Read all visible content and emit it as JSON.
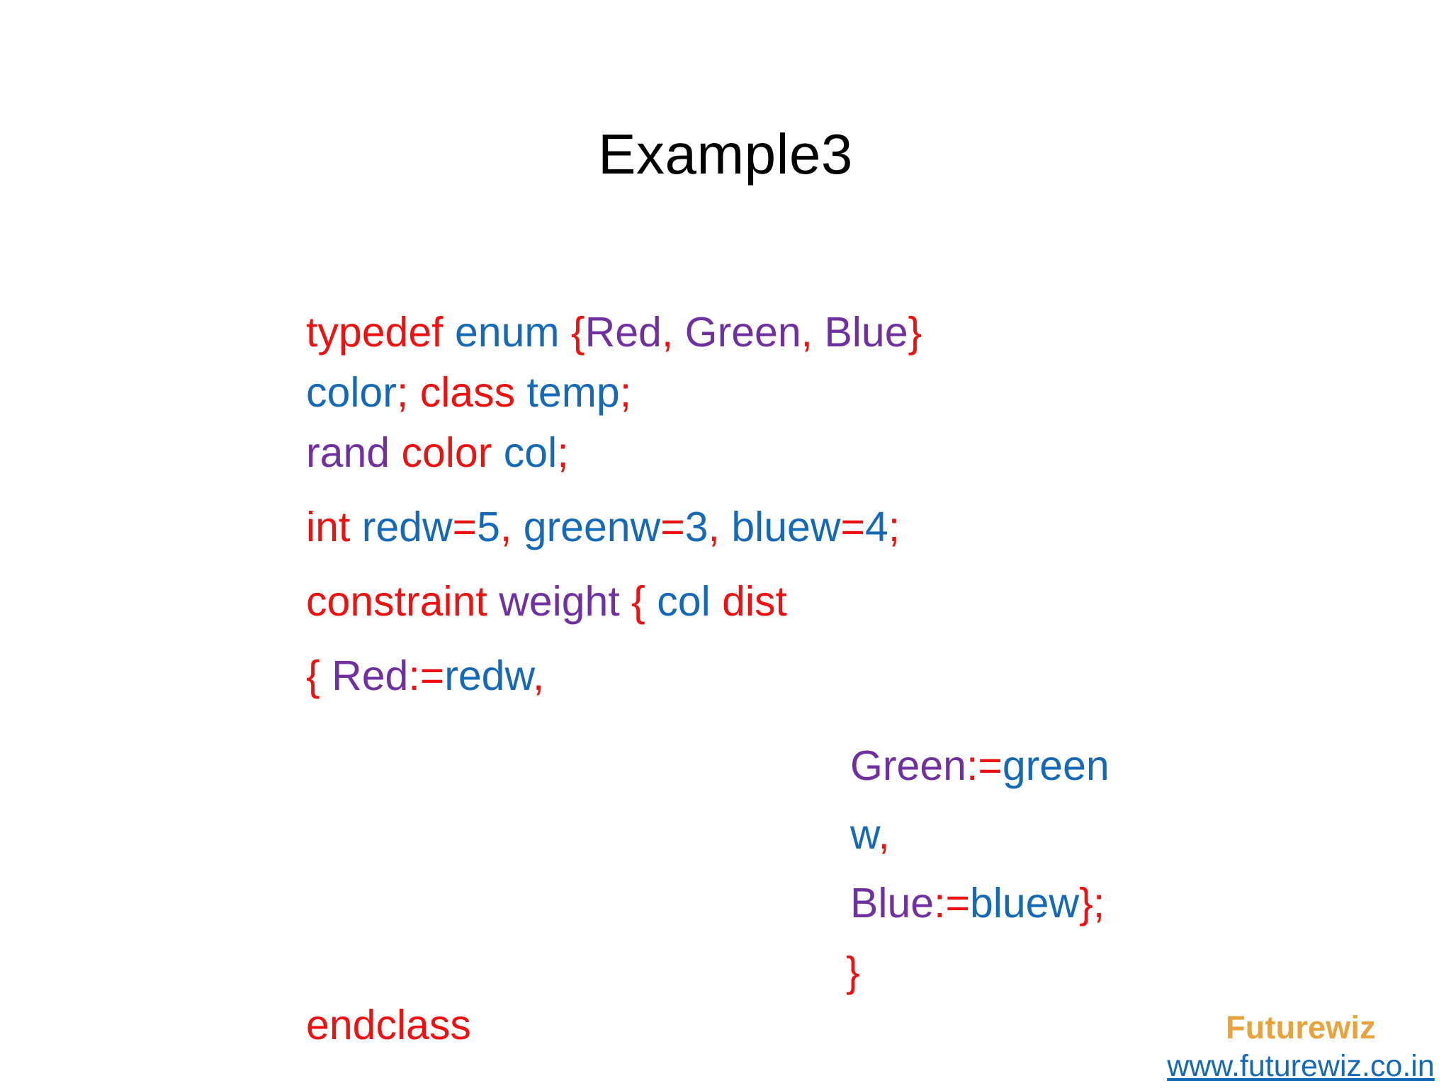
{
  "slide": {
    "title": "Example3",
    "background": "#ffffff"
  },
  "colors": {
    "keyword_red": "#ee1111",
    "identifier_blue": "#1569b6",
    "enum_purple": "#7030a0",
    "brand_orange": "#e8a33d",
    "title_black": "#000000"
  },
  "code": {
    "line1": {
      "t1": "typedef ",
      "t2": "enum ",
      "t3": "{",
      "t4": "Red",
      "t5": ", ",
      "t6": "Green",
      "t7": ", ",
      "t8": "Blue",
      "t9": "}"
    },
    "line2": {
      "t1": "color",
      "t2": "; ",
      "t3": "class ",
      "t4": "temp",
      "t5": ";"
    },
    "line3": {
      "t1": "rand ",
      "t2": "color ",
      "t3": "col",
      "t4": ";"
    },
    "line4": {
      "t1": "int ",
      "t2": "redw",
      "t3": "=",
      "t4": "5",
      "t5": ", ",
      "t6": "greenw",
      "t7": "=",
      "t8": "3",
      "t9": ", ",
      "t10": "bluew",
      "t11": "=",
      "t12": "4",
      "t13": ";"
    },
    "line5": {
      "t1": "constraint ",
      "t2": "weight ",
      "t3": "{ ",
      "t4": "col ",
      "t5": "dist"
    },
    "line6": {
      "t1": "{ ",
      "t2": "Red",
      "t3": ":=",
      "t4": "redw",
      "t5": ","
    },
    "line7": {
      "t1": "Green",
      "t2": ":=",
      "t3": "green"
    },
    "line8": {
      "t1": "w",
      "t2": ","
    },
    "line9": {
      "t1": "Blue",
      "t2": ":=",
      "t3": "bluew",
      "t4": "}",
      "t5": ";"
    },
    "line10": {
      "t1": "}"
    },
    "line11": {
      "t1": "endclass"
    }
  },
  "footer": {
    "brand_name": "Futurewiz",
    "brand_url": "www.futurewiz.co.in"
  }
}
